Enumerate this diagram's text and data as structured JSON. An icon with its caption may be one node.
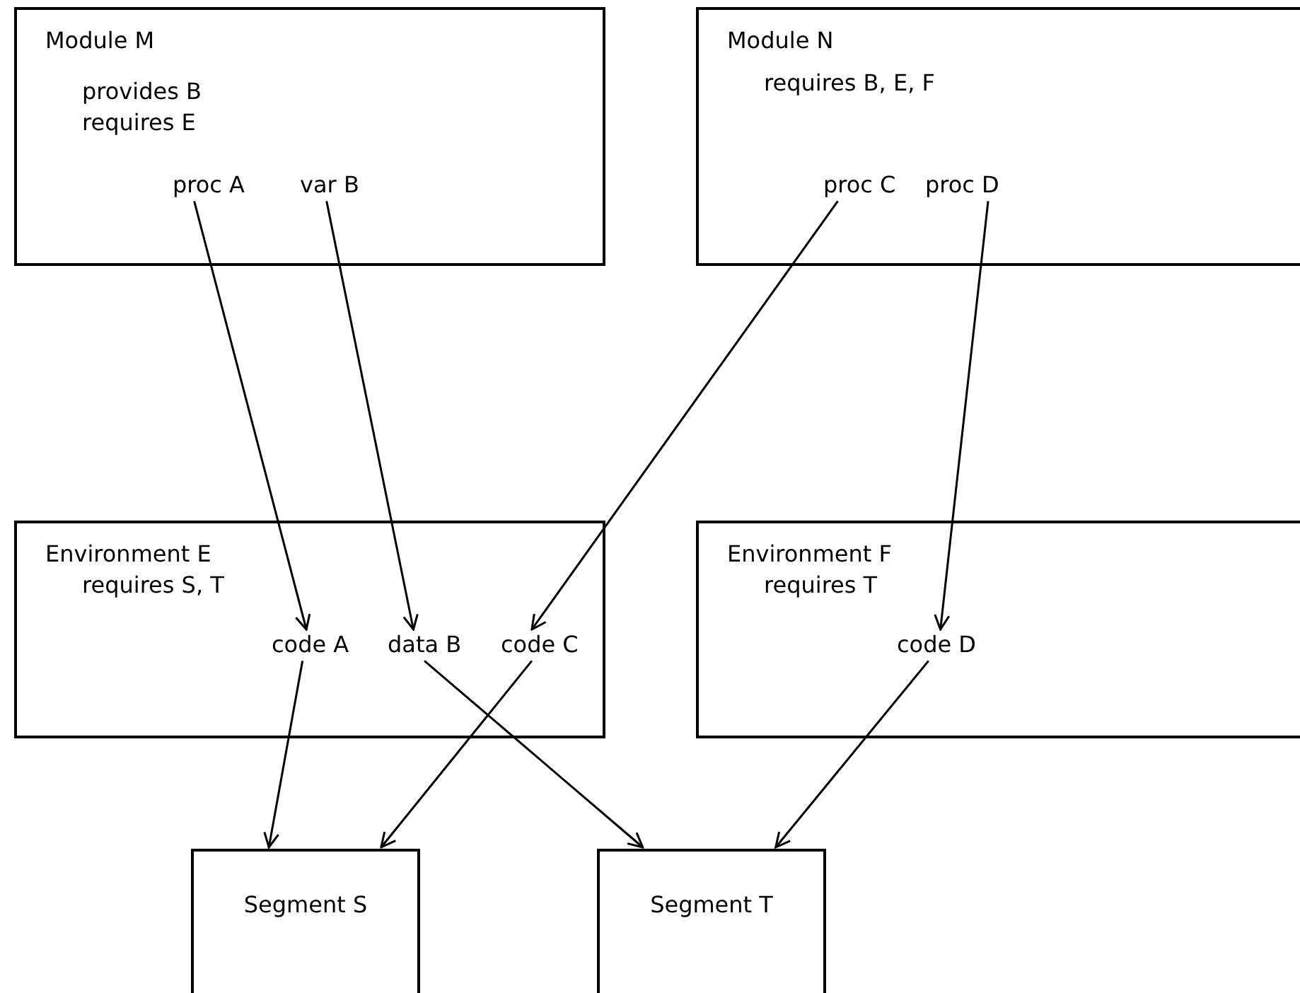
{
  "diagram": {
    "nodes": [
      {
        "text": [
          "Module M",
          "provides B",
          "requires E"
        ]
      },
      {
        "text": [
          "proc A"
        ],
        "in": 0
      },
      {
        "text": [
          "var B"
        ],
        "in": 0
      },
      {
        "text": [
          "Module N",
          "requires B, E, F"
        ]
      },
      {
        "text": [
          "proc C"
        ],
        "in": 3
      },
      {
        "text": [
          "proc D"
        ],
        "in": 3
      },
      {
        "text": [
          "Environment E",
          "requires S, T"
        ]
      },
      {
        "text": [
          "code A"
        ],
        "in": 6
      },
      {
        "text": [
          "data B"
        ],
        "in": 6
      },
      {
        "text": [
          "code C"
        ],
        "in": 6
      },
      {
        "text": [
          "Environment F",
          "requires T"
        ]
      },
      {
        "text": [
          "code D"
        ],
        "in": 10
      },
      {
        "text": [
          "Segment S"
        ]
      },
      {
        "text": [
          "Segment T"
        ]
      }
    ],
    "edges": [
      {
        "from": 1,
        "to": 7,
        "arrow": "to"
      },
      {
        "from": 2,
        "to": 8,
        "arrow": "to"
      },
      {
        "from": 4,
        "to": 9,
        "arrow": "to"
      },
      {
        "from": 5,
        "to": 11,
        "arrow": "to"
      },
      {
        "from": 7,
        "to": 12,
        "arrow": "to"
      },
      {
        "from": 9,
        "to": 12,
        "arrow": "to"
      },
      {
        "from": 8,
        "to": 13,
        "arrow": "to"
      },
      {
        "from": 11,
        "to": 13,
        "arrow": "to"
      }
    ]
  }
}
